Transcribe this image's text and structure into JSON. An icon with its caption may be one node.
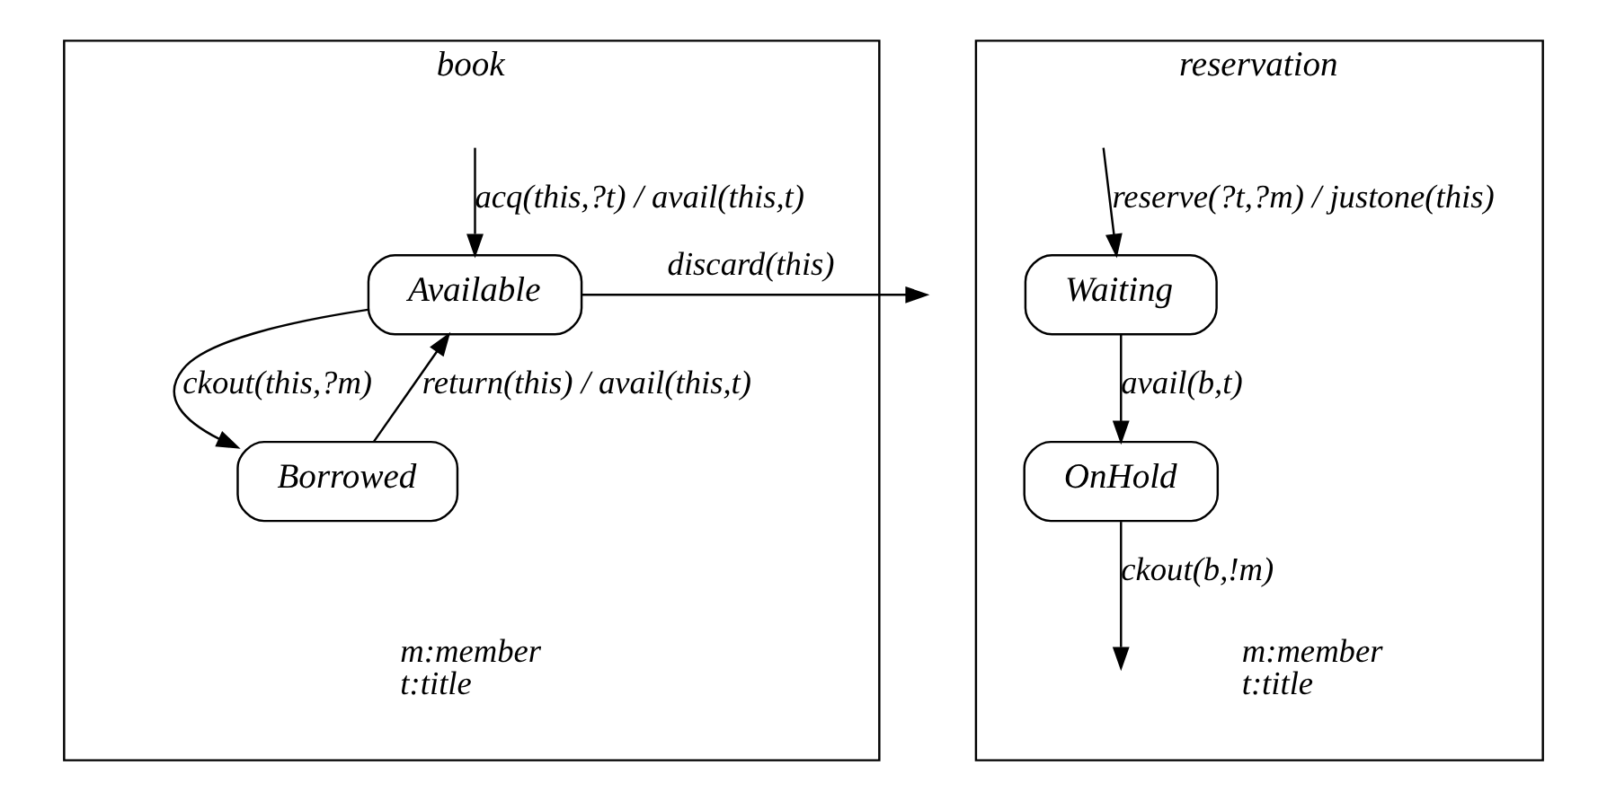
{
  "diagram": {
    "nodes": [
      {
        "text": [
          "book",
          "m:member",
          "t:title"
        ]
      },
      {
        "text": [
          "Available"
        ],
        "in": 0
      },
      {
        "text": [
          "Borrowed"
        ],
        "in": 0
      },
      {
        "text": [
          "reservation",
          "m:member",
          "t:title"
        ]
      },
      {
        "text": [
          "Waiting"
        ],
        "in": 3
      },
      {
        "text": [
          "OnHold"
        ],
        "in": 3
      }
    ],
    "edges": [
      {
        "from": 1,
        "to": null,
        "arrow": "to",
        "label": "discard(this)"
      },
      {
        "from": null,
        "to": 1,
        "arrow": "to",
        "label": "acq(this,?t) / avail(this,t)"
      },
      {
        "from": 1,
        "to": 2,
        "arrow": "to",
        "label": "ckout(this,?m)"
      },
      {
        "from": 2,
        "to": 1,
        "arrow": "to",
        "label": "return(this) / avail(this,t)"
      },
      {
        "from": null,
        "to": 4,
        "arrow": "to",
        "label": "reserve(?t,?m) / justone(this)"
      },
      {
        "from": 4,
        "to": 5,
        "arrow": "to",
        "label": "avail(b,t)"
      },
      {
        "from": 5,
        "to": null,
        "arrow": "to",
        "label": "ckout(b,!m)"
      }
    ]
  }
}
